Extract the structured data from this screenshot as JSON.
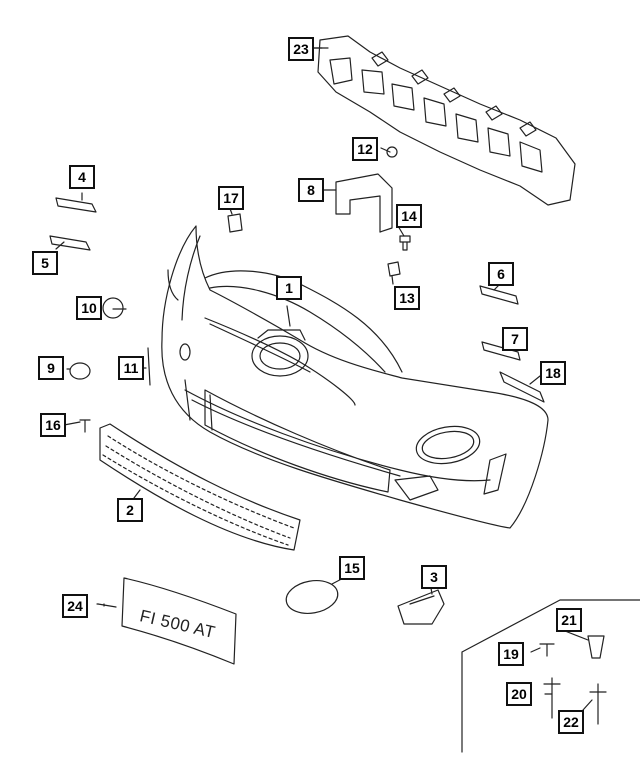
{
  "callouts": {
    "c1": "1",
    "c2": "2",
    "c3": "3",
    "c4": "4",
    "c5": "5",
    "c6": "6",
    "c7": "7",
    "c8": "8",
    "c9": "9",
    "c10": "10",
    "c11": "11",
    "c12": "12",
    "c13": "13",
    "c14": "14",
    "c15": "15",
    "c16": "16",
    "c17": "17",
    "c18": "18",
    "c19": "19",
    "c20": "20",
    "c21": "21",
    "c22": "22",
    "c23": "23",
    "c24": "24"
  },
  "plate_text": "FI 500 AT"
}
